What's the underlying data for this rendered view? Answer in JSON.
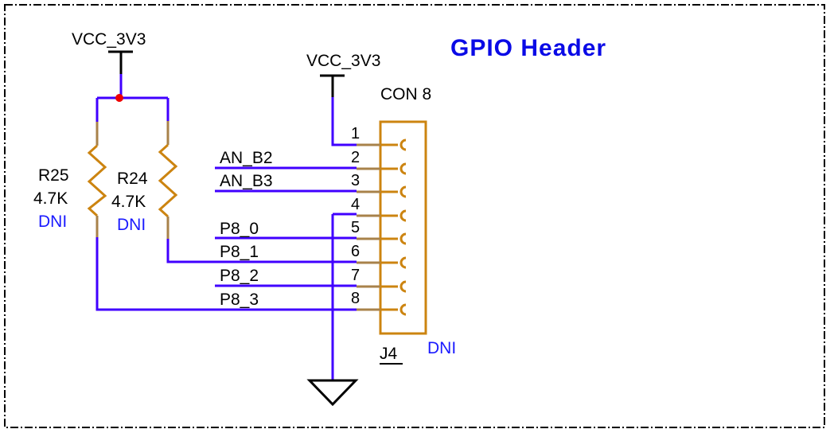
{
  "title": "GPIO Header",
  "colors": {
    "wire": "#4000ff",
    "component": "#cc8410",
    "pin_lead": "#a8824a",
    "title": "#0a0ae6",
    "dni": "#1a1aff",
    "junction": "#ee0000",
    "power": "#000000"
  },
  "power_symbols": {
    "vcc_left": "VCC_3V3",
    "vcc_right": "VCC_3V3",
    "ground": "GND"
  },
  "resistors": [
    {
      "ref": "R25",
      "value": "4.7K",
      "note": "DNI"
    },
    {
      "ref": "R24",
      "value": "4.7K",
      "note": "DNI"
    }
  ],
  "connector": {
    "ref": "J4",
    "type": "CON 8",
    "note": "DNI",
    "pins": [
      {
        "number": "1",
        "net": ""
      },
      {
        "number": "2",
        "net": "AN_B2"
      },
      {
        "number": "3",
        "net": "AN_B3"
      },
      {
        "number": "4",
        "net": ""
      },
      {
        "number": "5",
        "net": "P8_0"
      },
      {
        "number": "6",
        "net": "P8_1"
      },
      {
        "number": "7",
        "net": "P8_2"
      },
      {
        "number": "8",
        "net": "P8_3"
      }
    ]
  }
}
